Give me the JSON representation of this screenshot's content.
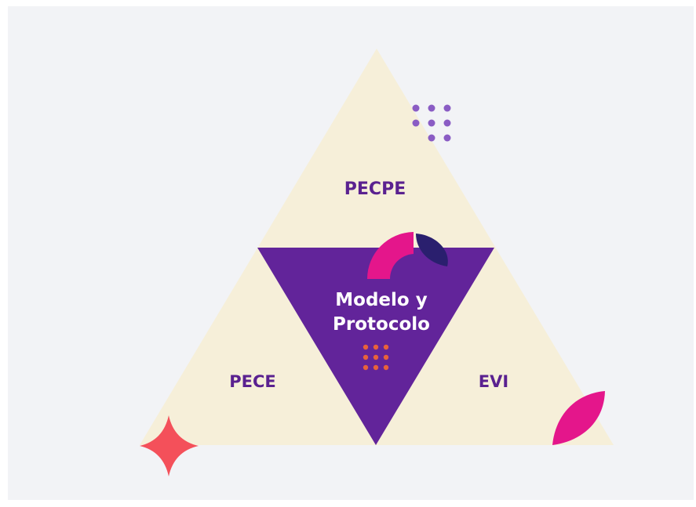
{
  "diagram": {
    "top_label": "PECPE",
    "left_label": "PECE",
    "right_label": "EVI",
    "center_label_line1": "Modelo y",
    "center_label_line2": "Protocolo"
  },
  "colors": {
    "page_background": "#ffffff",
    "panel_background": "#f2f3f6",
    "triangle_fill": "#f6efd9",
    "center_triangle_fill": "#62249a",
    "label_color": "#5a2190",
    "center_label_color": "#ffffff",
    "magenta_accent": "#e4168b",
    "navy_accent": "#2a1f6e",
    "star_color": "#f4505a",
    "purple_dots": "#8a5cc4",
    "orange_dots": "#e9623a"
  },
  "decorations": {
    "top_dots_icon": "dot-grid-icon",
    "center_dots_icon": "dot-grid-icon",
    "star_icon": "four-point-star-icon",
    "leaf_icon": "leaf-icon",
    "arc_icon": "arc-segment-icon"
  }
}
